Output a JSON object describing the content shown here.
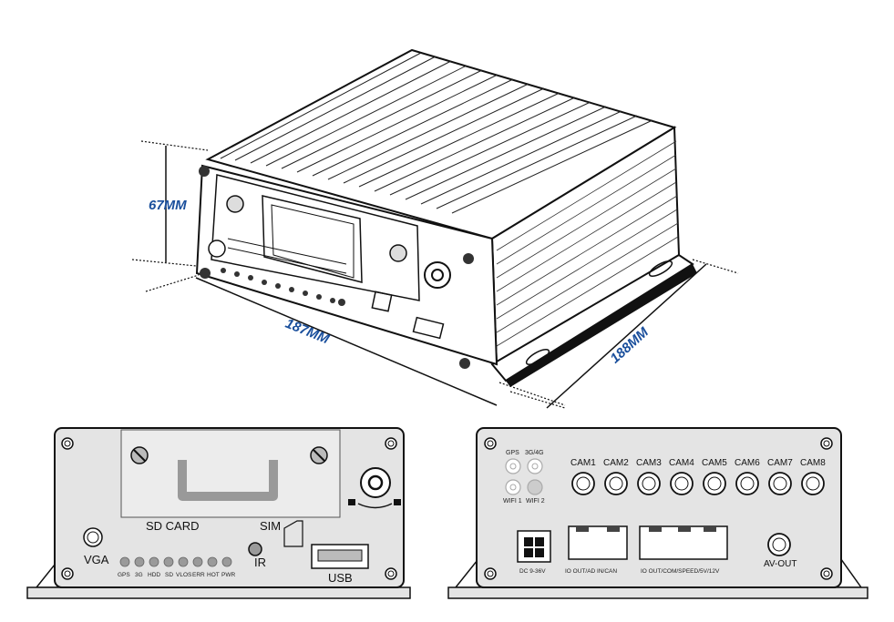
{
  "dimensions": {
    "height": "67MM",
    "width": "187MM",
    "depth": "188MM"
  },
  "front_panel": {
    "sd_card_label": "SD CARD",
    "sim_label": "SIM",
    "vga_label": "VGA",
    "ir_label": "IR",
    "usb_label": "USB",
    "leds": [
      "GPS",
      "3G",
      "HDD",
      "SD",
      "VLOS",
      "ERR",
      "HOT",
      "PWR"
    ]
  },
  "rear_panel": {
    "antennas": {
      "gps": "GPS",
      "g34": "3G/4G",
      "wifi1": "WIFI 1",
      "wifi2": "WIFI 2"
    },
    "cameras": [
      "CAM1",
      "CAM2",
      "CAM3",
      "CAM4",
      "CAM5",
      "CAM6",
      "CAM7",
      "CAM8"
    ],
    "dc_label": "DC 9-36V",
    "io1_label": "IO OUT/AD IN/CAN",
    "io2_label": "IO OUT/COM/SPEED/5V/12V",
    "av_out_label": "AV-OUT"
  },
  "colors": {
    "panel": "#e4e4e4",
    "line": "#111111",
    "dimension_text": "#1a4f9c",
    "led": "#9a9a9a"
  }
}
